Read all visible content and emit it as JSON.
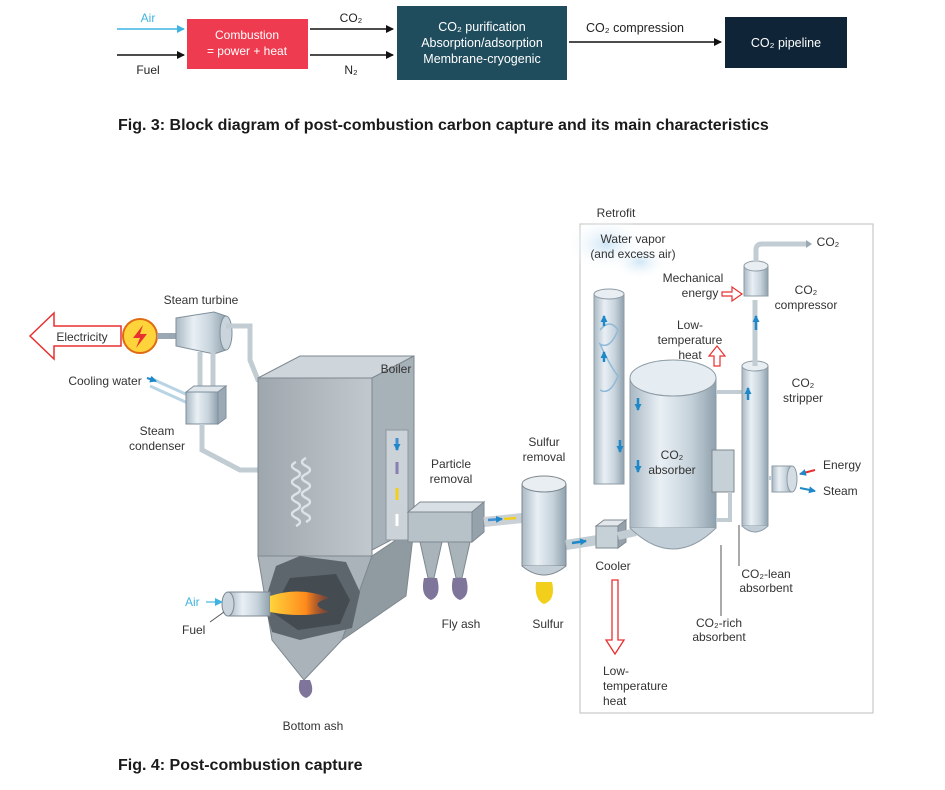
{
  "fig3": {
    "air": "Air",
    "fuel": "Fuel",
    "combustion_line1": "Combustion",
    "combustion_line2": "= power + heat",
    "co2_top": "CO₂",
    "n2": "N₂",
    "purification_line1": "CO₂ purification",
    "purification_line2": "Absorption/adsorption",
    "purification_line3": "Membrane-cryogenic",
    "compression": "CO₂ compression",
    "pipeline": "CO₂ pipeline",
    "caption": "Fig. 3: Block diagram of post-combustion carbon capture and its main characteristics"
  },
  "fig4": {
    "caption": "Fig. 4: Post-combustion capture",
    "labels": {
      "retrofit": "Retrofit",
      "water_vapor_1": "Water vapor",
      "water_vapor_2": "(and excess air)",
      "co2_out": "CO₂",
      "mech_energy_1": "Mechanical",
      "mech_energy_2": "energy",
      "compressor_1": "CO₂",
      "compressor_2": "compressor",
      "low_temp_top_1": "Low-",
      "low_temp_top_2": "temperature",
      "low_temp_top_3": "heat",
      "stripper_1": "CO₂",
      "stripper_2": "stripper",
      "absorber_1": "CO₂",
      "absorber_2": "absorber",
      "energy": "Energy",
      "steam": "Steam",
      "cooler": "Cooler",
      "lean_1": "CO₂-lean",
      "lean_2": "absorbent",
      "rich_1": "CO₂-rich",
      "rich_2": "absorbent",
      "low_temp_bot_1": "Low-",
      "low_temp_bot_2": "temperature",
      "low_temp_bot_3": "heat",
      "sulfur_removal_1": "Sulfur",
      "sulfur_removal_2": "removal",
      "sulfur": "Sulfur",
      "particle_1": "Particle",
      "particle_2": "removal",
      "fly_ash": "Fly ash",
      "boiler": "Boiler",
      "steam_turbine": "Steam turbine",
      "electricity": "Electricity",
      "cooling_water": "Cooling water",
      "condenser_1": "Steam",
      "condenser_2": "condenser",
      "air": "Air",
      "fuel": "Fuel",
      "bottom_ash": "Bottom ash"
    }
  },
  "colors": {
    "air_blue": "#3fb4e0",
    "combustion_red": "#ef3b4f",
    "dark_navy": "#0f2537",
    "teal": "#204d5e",
    "arrow_red": "#e83030",
    "sulfur_yellow": "#f2cf1a",
    "ash_purple": "#7f7499"
  }
}
